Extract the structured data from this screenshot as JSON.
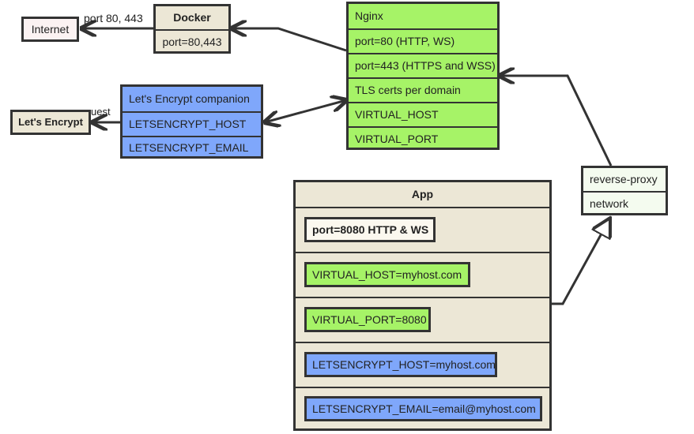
{
  "internet": {
    "label": "Internet"
  },
  "internet_link": {
    "label": "port 80, 443"
  },
  "docker": {
    "title": "Docker",
    "port": "port=80,443"
  },
  "nginx": {
    "title": "Nginx",
    "rows": [
      "port=80 (HTTP, WS)",
      "port=443 (HTTPS and WSS)",
      "TLS certs per domain",
      "VIRTUAL_HOST",
      "VIRTUAL_PORT"
    ]
  },
  "letsencrypt": {
    "label": "Let's Encrypt"
  },
  "letsencrypt_link": {
    "label": "uest"
  },
  "companion": {
    "title": "Let's Encrypt companion",
    "rows": [
      "LETSENCRYPT_HOST",
      "LETSENCRYPT_EMAIL"
    ]
  },
  "network": {
    "title": "reverse-proxy",
    "subtitle": "network"
  },
  "app": {
    "title": "App",
    "rows": [
      "port=8080 HTTP & WS",
      "VIRTUAL_HOST=myhost.com",
      "VIRTUAL_PORT=8080",
      "LETSENCRYPT_HOST=myhost.com",
      "LETSENCRYPT_EMAIL=email@myhost.com"
    ]
  },
  "colors": {
    "nginx": "#a6f367",
    "companion": "#7fa7fb",
    "app_frame": "#ece7d6",
    "internet": "#fbf2f2",
    "network": "#f4fbef",
    "stroke": "#333333"
  }
}
